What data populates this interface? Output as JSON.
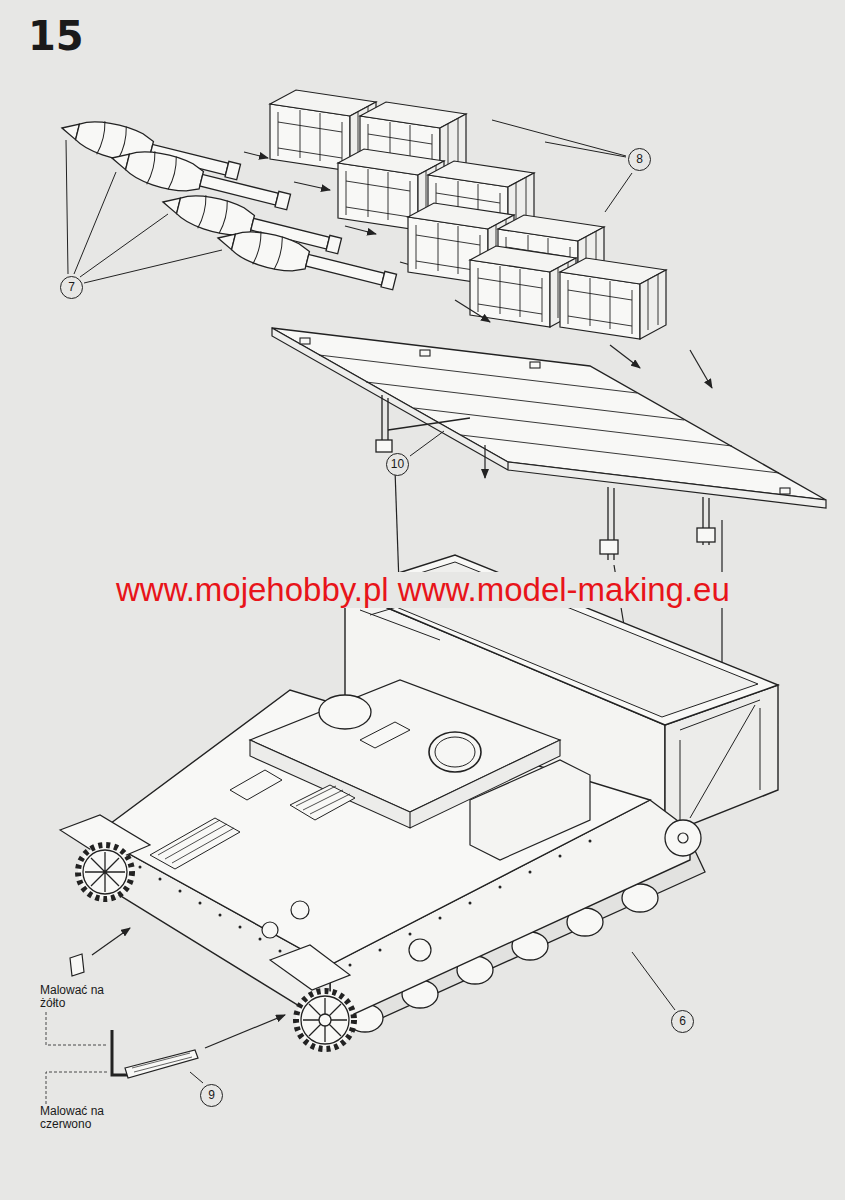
{
  "diagram": {
    "title": "15",
    "labels": [
      "8",
      "7",
      "10",
      "www.mojehobby.pl www.model-making.eu",
      "6",
      "Malować na żółto",
      "9",
      "Malować na czerwono"
    ]
  }
}
